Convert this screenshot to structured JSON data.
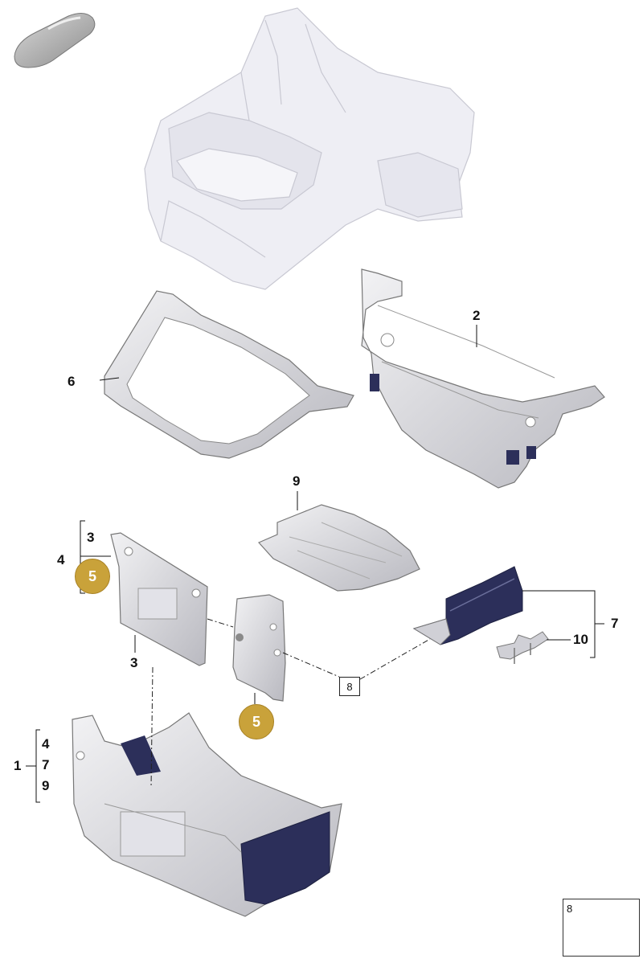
{
  "callouts": {
    "c1": "1",
    "c2": "2",
    "c3_top": "3",
    "c3_bottom": "3",
    "c4_top": "4",
    "c4_group": "4",
    "c5_left": "5",
    "c5_bottom": "5",
    "c6": "6",
    "c7_group": "7",
    "c7_right": "7",
    "c8_ref": "8",
    "c9_top": "9",
    "c9_group": "9",
    "c10": "10",
    "inset_number": "8"
  },
  "colors": {
    "badge": "#c9a23a",
    "panel_light": "#e6e6ea",
    "panel_mid": "#c8c8ce",
    "panel_dark": "#2c2f5a",
    "ghost_body": "#eeeef4"
  },
  "icons": {
    "car_thumbnail": "car-silhouette-icon",
    "inset_part": "bracket-part-icon"
  }
}
